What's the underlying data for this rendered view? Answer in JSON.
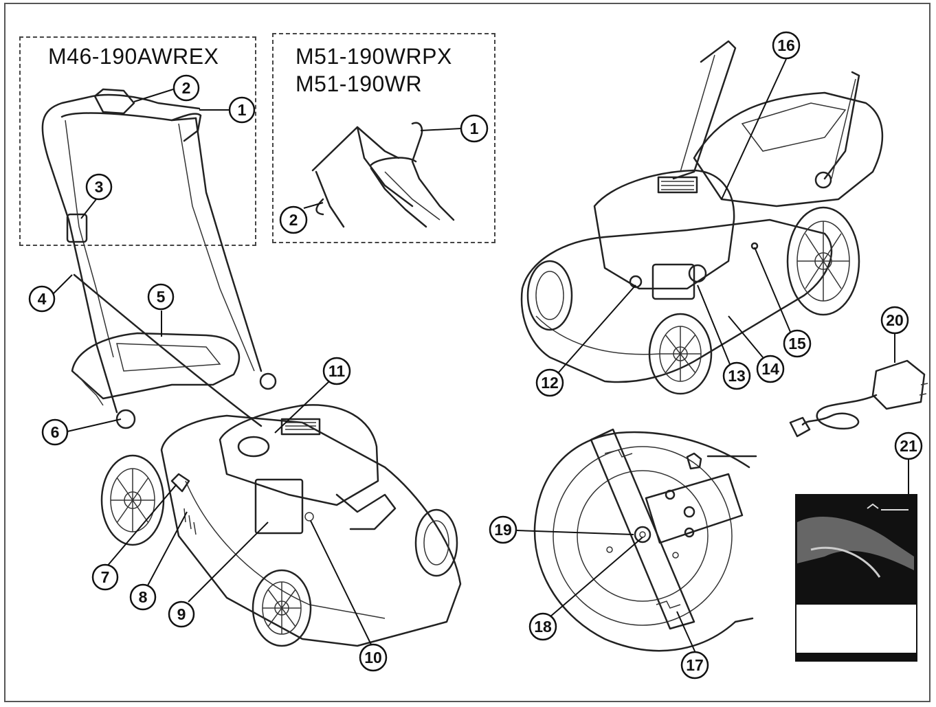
{
  "models": {
    "left_box": [
      "M46-190AWREX"
    ],
    "right_box": [
      "M51-190WRPX",
      "M51-190WR"
    ]
  },
  "callouts": [
    "1",
    "1",
    "2",
    "2",
    "3",
    "4",
    "5",
    "6",
    "7",
    "8",
    "9",
    "10",
    "11",
    "12",
    "13",
    "14",
    "15",
    "16",
    "17",
    "18",
    "19",
    "20",
    "21"
  ],
  "colors": {
    "ink": "#222222",
    "frame": "#555555",
    "manual_cover": "#111111"
  }
}
